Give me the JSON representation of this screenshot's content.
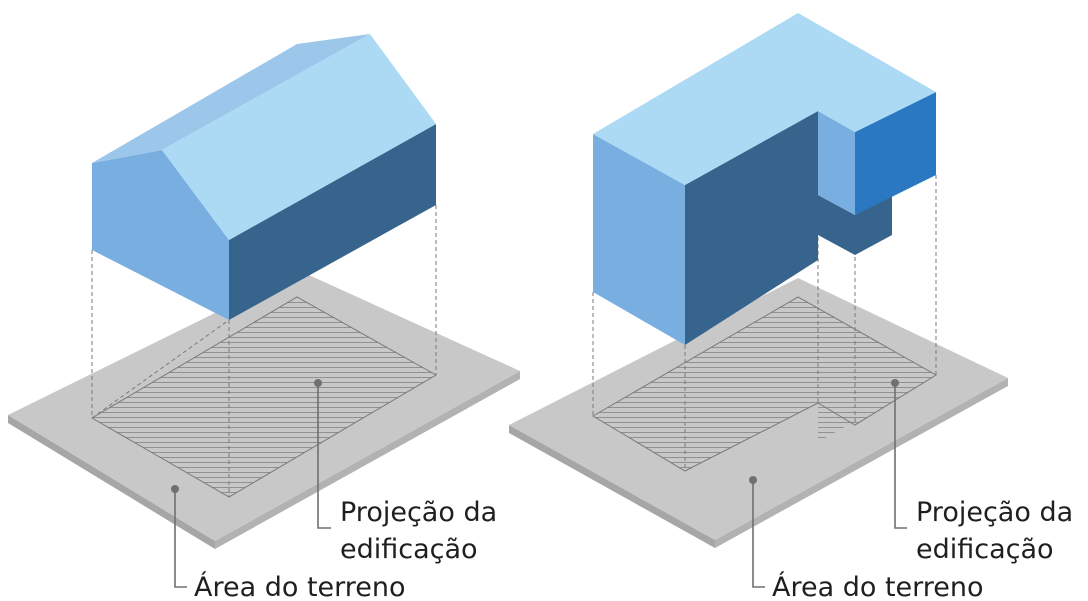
{
  "figures": [
    {
      "projection_label_line1": "Projeção da",
      "projection_label_line2": "edificação",
      "land_label": "Área do terreno"
    },
    {
      "projection_label_line1": "Projeção da",
      "projection_label_line2": "edificação",
      "land_label": "Área do terreno"
    }
  ],
  "colors": {
    "lot_top": "#c8c8c9",
    "lot_edge": "#a6a6a8",
    "hatch": "#8a8a8a",
    "roof_light": "#acdaf4",
    "roof_alt": "#9cc6ea",
    "wall_mid": "#79aee0",
    "wall_dark": "#37648c",
    "wall_accent": "#2a78c1"
  }
}
